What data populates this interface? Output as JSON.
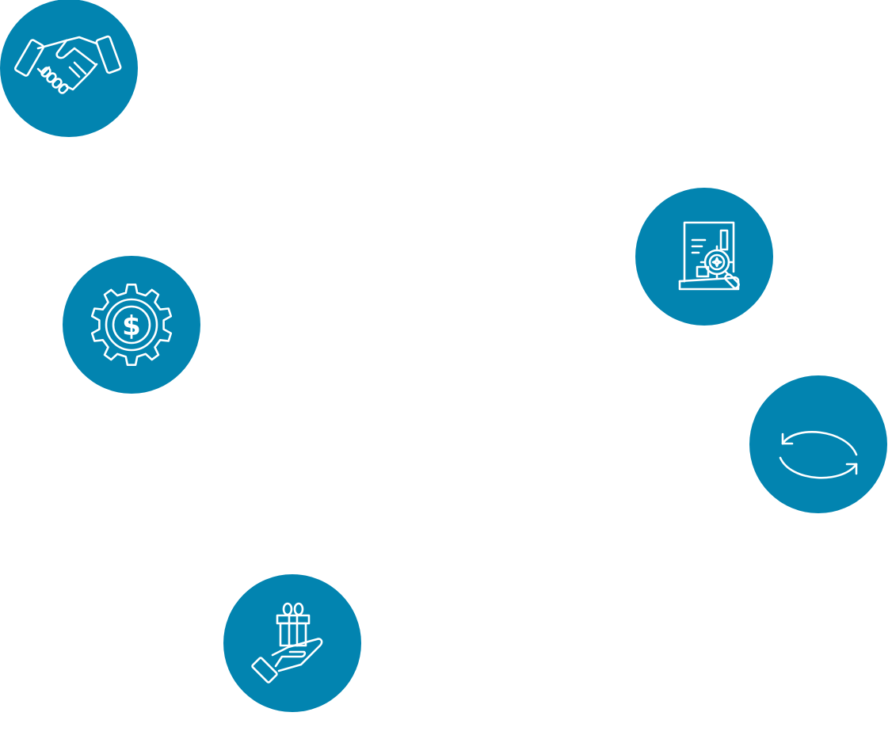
{
  "colors": {
    "circle_fill": "#0284b0",
    "icon_stroke": "#ffffff",
    "background": "#ffffff"
  },
  "icons": [
    {
      "id": "handshake",
      "name": "handshake-icon"
    },
    {
      "id": "gear",
      "name": "dollar-gear-icon"
    },
    {
      "id": "report",
      "name": "document-target-icon"
    },
    {
      "id": "exchange",
      "name": "exchange-arrows-icon"
    },
    {
      "id": "gift",
      "name": "gift-in-hand-icon"
    }
  ],
  "gear": {
    "symbol": "$"
  }
}
